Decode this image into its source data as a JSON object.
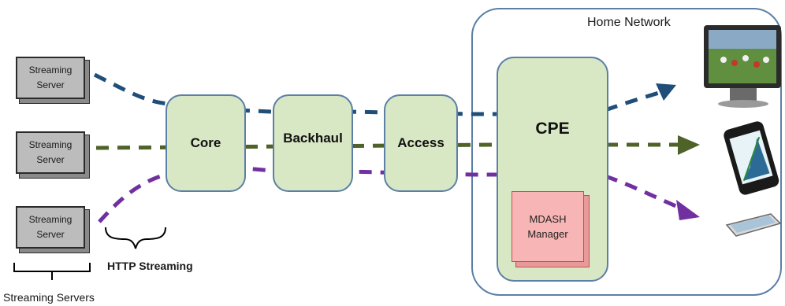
{
  "home_network": {
    "title": "Home Network"
  },
  "servers": [
    {
      "label": "Streaming\nServer"
    },
    {
      "label": "Streaming\nServer"
    },
    {
      "label": "Streaming\nServer"
    }
  ],
  "nodes": {
    "core": "Core",
    "backhaul": "Backhaul",
    "access": "Access",
    "cpe": "CPE",
    "mdash_manager": "MDASH\nManager"
  },
  "labels": {
    "http_streaming": "HTTP Streaming",
    "streaming_servers": "Streaming Servers"
  },
  "flows": [
    {
      "color": "#1f4e79"
    },
    {
      "color": "#4f6228"
    },
    {
      "color": "#7030a0"
    }
  ],
  "devices": [
    "tv-monitor",
    "smartphone",
    "tablet"
  ]
}
